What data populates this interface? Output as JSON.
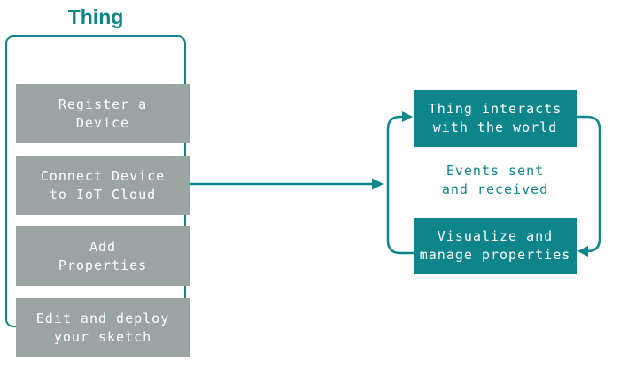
{
  "title": "Thing",
  "colors": {
    "teal": "#0e848b",
    "step_box_gray": "#9aa5a3",
    "box_text": "#ffffff",
    "background": "#ffffff"
  },
  "thing_panel": {
    "steps": [
      {
        "label": "Register a\nDevice"
      },
      {
        "label": "Connect Device\nto IoT Cloud"
      },
      {
        "label": "Add\nProperties"
      },
      {
        "label": "Edit and deploy\nyour sketch"
      }
    ]
  },
  "cycle": {
    "interact_box_label": "Thing interacts\nwith the world",
    "events_label": "Events sent\nand received",
    "visualize_box_label": "Visualize and\nmanage properties"
  },
  "icons": {
    "flow_arrowhead": "right-arrowhead",
    "cycle_up_arrowhead": "right-arrowhead",
    "cycle_down_arrowhead": "left-arrowhead"
  }
}
